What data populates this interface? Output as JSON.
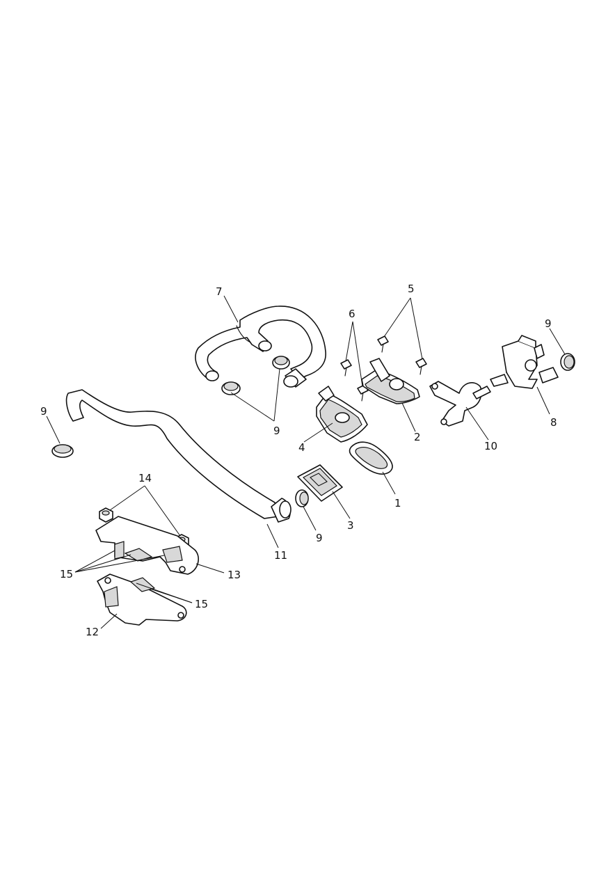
{
  "callouts": [
    {
      "id": "c7",
      "label": "7"
    },
    {
      "id": "c5",
      "label": "5"
    },
    {
      "id": "c6",
      "label": "6"
    },
    {
      "id": "c9a",
      "label": "9"
    },
    {
      "id": "c9b",
      "label": "9"
    },
    {
      "id": "c9c",
      "label": "9"
    },
    {
      "id": "c9d",
      "label": "9"
    },
    {
      "id": "c4",
      "label": "4"
    },
    {
      "id": "c2",
      "label": "2"
    },
    {
      "id": "c10",
      "label": "10"
    },
    {
      "id": "c8",
      "label": "8"
    },
    {
      "id": "c1",
      "label": "1"
    },
    {
      "id": "c3",
      "label": "3"
    },
    {
      "id": "c11",
      "label": "11"
    },
    {
      "id": "c14",
      "label": "14"
    },
    {
      "id": "c15a",
      "label": "15"
    },
    {
      "id": "c15b",
      "label": "15"
    },
    {
      "id": "c13",
      "label": "13"
    },
    {
      "id": "c12",
      "label": "12"
    }
  ]
}
